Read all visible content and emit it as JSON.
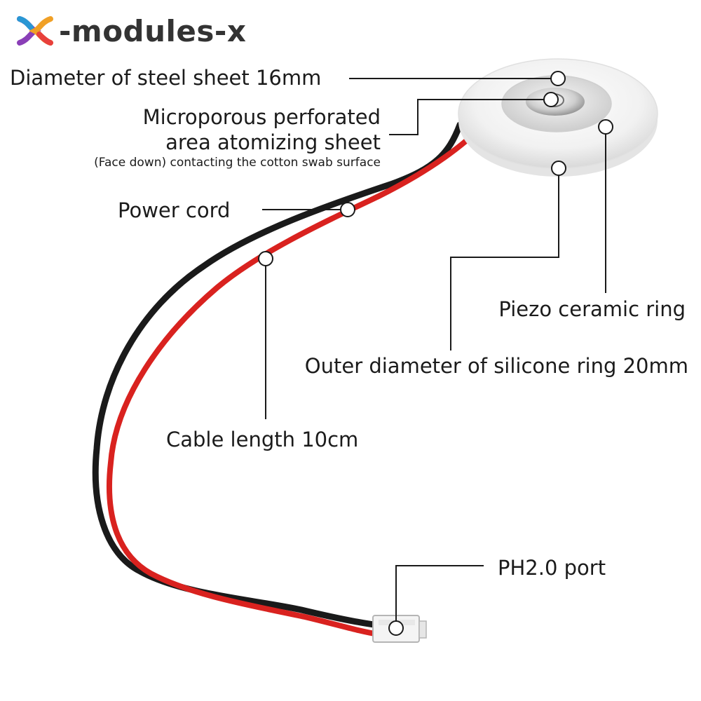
{
  "brand": {
    "name": "-modules-x",
    "colors": [
      "#8a3fb7",
      "#2a97d4",
      "#f0a026",
      "#e8403c"
    ]
  },
  "labels": {
    "steel_sheet": "Diameter of steel sheet 16mm",
    "perforated_line1": "Microporous perforated",
    "perforated_line2": "area atomizing sheet",
    "perforated_note": "(Face down) contacting the cotton swab surface",
    "power_cord": "Power cord",
    "piezo_ring": "Piezo ceramic ring",
    "silicone_ring": "Outer diameter of silicone ring 20mm",
    "cable_length": "Cable length 10cm",
    "port": "PH2.0 port"
  },
  "colors": {
    "wire_red": "#d9221f",
    "wire_black": "#1a1a1a",
    "silicone": "#f2f2f2",
    "leader_line": "#1a1a1a"
  }
}
